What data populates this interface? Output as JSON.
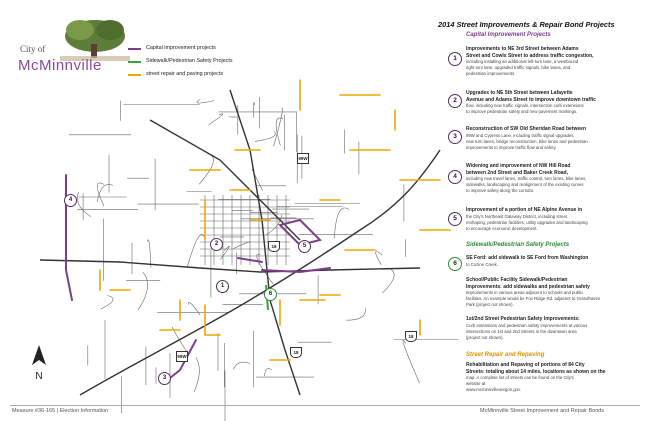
{
  "logo": {
    "city_prefix": "City of",
    "city_name": "McMinnville"
  },
  "legend": {
    "items": [
      {
        "label": "Capital improvement projects",
        "color": "#7b3f8c"
      },
      {
        "label": "Sidewalk/Pedestrian Safety Projects",
        "color": "#3aa148"
      },
      {
        "label": "street repair and paving projects",
        "color": "#f0a500"
      }
    ]
  },
  "title": "2014 Street Improvements & Repair Bond Projects",
  "sections": {
    "capital": {
      "heading": "Capital Improvement Projects",
      "color": "#7b3f8c"
    },
    "sidewalk": {
      "heading": "Sidewalk/Pedestrian Safety Projects",
      "color": "#2e8b3a"
    },
    "repair": {
      "heading": "Street Repair and Repaving",
      "color": "#e09200"
    }
  },
  "capital_projects": [
    {
      "number": "1",
      "lines": [
        "Improvements to NE 3rd Street between Adams",
        "Street and Cowls Street to address traffic congestion,",
        "including installing an additional left-turn lane, a westbound",
        "right turn lane, upgraded traffic signals, bike lanes, and",
        "pedestrian improvements."
      ]
    },
    {
      "number": "2",
      "lines": [
        "Upgrades to NE 5th Street between Lafayette",
        "Avenue and Adams Street to improve downtown traffic",
        "flow, including new traffic signals, intersection curb extensions",
        "to improve pedestrian safety and new pavement markings."
      ]
    },
    {
      "number": "3",
      "lines": [
        "Reconstruction of SW Old Sheridan Road between",
        "99W and Cypress Lane, including traffic signal upgrades,",
        "new turn lanes, bridge reconstruction, bike lanes and pedestrian",
        "improvements to improve traffic flow and safety."
      ]
    },
    {
      "number": "4",
      "lines": [
        "Widening and improvement of NW Hill Road",
        "between 2nd Street and Baker Creek Road,",
        "including new travel lanes, traffic control, turn lanes, bike lanes,",
        "sidewalks, landscaping and realignment of the existing curves",
        "to improve safety along the corridor."
      ]
    },
    {
      "number": "5",
      "lines": [
        "Improvement of a portion of NE Alpine Avenue in",
        "the City's Northeast Gateway District, including street",
        "reshaping, pedestrian facilities, utility upgrades and landscaping",
        "to encourage economic development."
      ]
    }
  ],
  "sidewalk_projects": [
    {
      "number": "6",
      "lines": [
        "SE Ford: add sidewalk to SE Ford from Washington",
        "to Cozine Creek."
      ]
    },
    {
      "number": "",
      "lines": [
        "School/Public Facility Sidewalk/Pedestrian",
        "Improvements: add sidewalks and pedestrian safety",
        "improvements in various areas adjacent to schools and public",
        "facilities. An example would be Fox Ridge Rd. adjacent to Grandhaven",
        "Park (project not shown)."
      ]
    },
    {
      "number": "",
      "lines": [
        "1st/2nd Street Pedestrian Safety Improvements:",
        "Curb extensions and pedestrian safety improvements at various",
        "intersections on 1st and 2nd Streets in the downtown area",
        "(project not shown)."
      ]
    }
  ],
  "repair_project": {
    "lines": [
      "Rehabilitation and Repaving of portions of 84 City",
      "Streets: totaling about 14 miles, locations as shown on the",
      "map. A complete list of streets can be found on the City's",
      "website at",
      "www.mcminnvilleoregon.gov."
    ]
  },
  "highways": [
    "99W",
    "18",
    "18",
    "99W",
    "18"
  ],
  "footer": {
    "left": "Measure #36-165 | Election Information",
    "right": "McMinnville Street Improvement and Repair Bonds"
  },
  "north_label": "N",
  "colors": {
    "capital": "#7b3f8c",
    "sidewalk": "#3aa148",
    "repair": "#f0a500",
    "roads": "#555555"
  }
}
